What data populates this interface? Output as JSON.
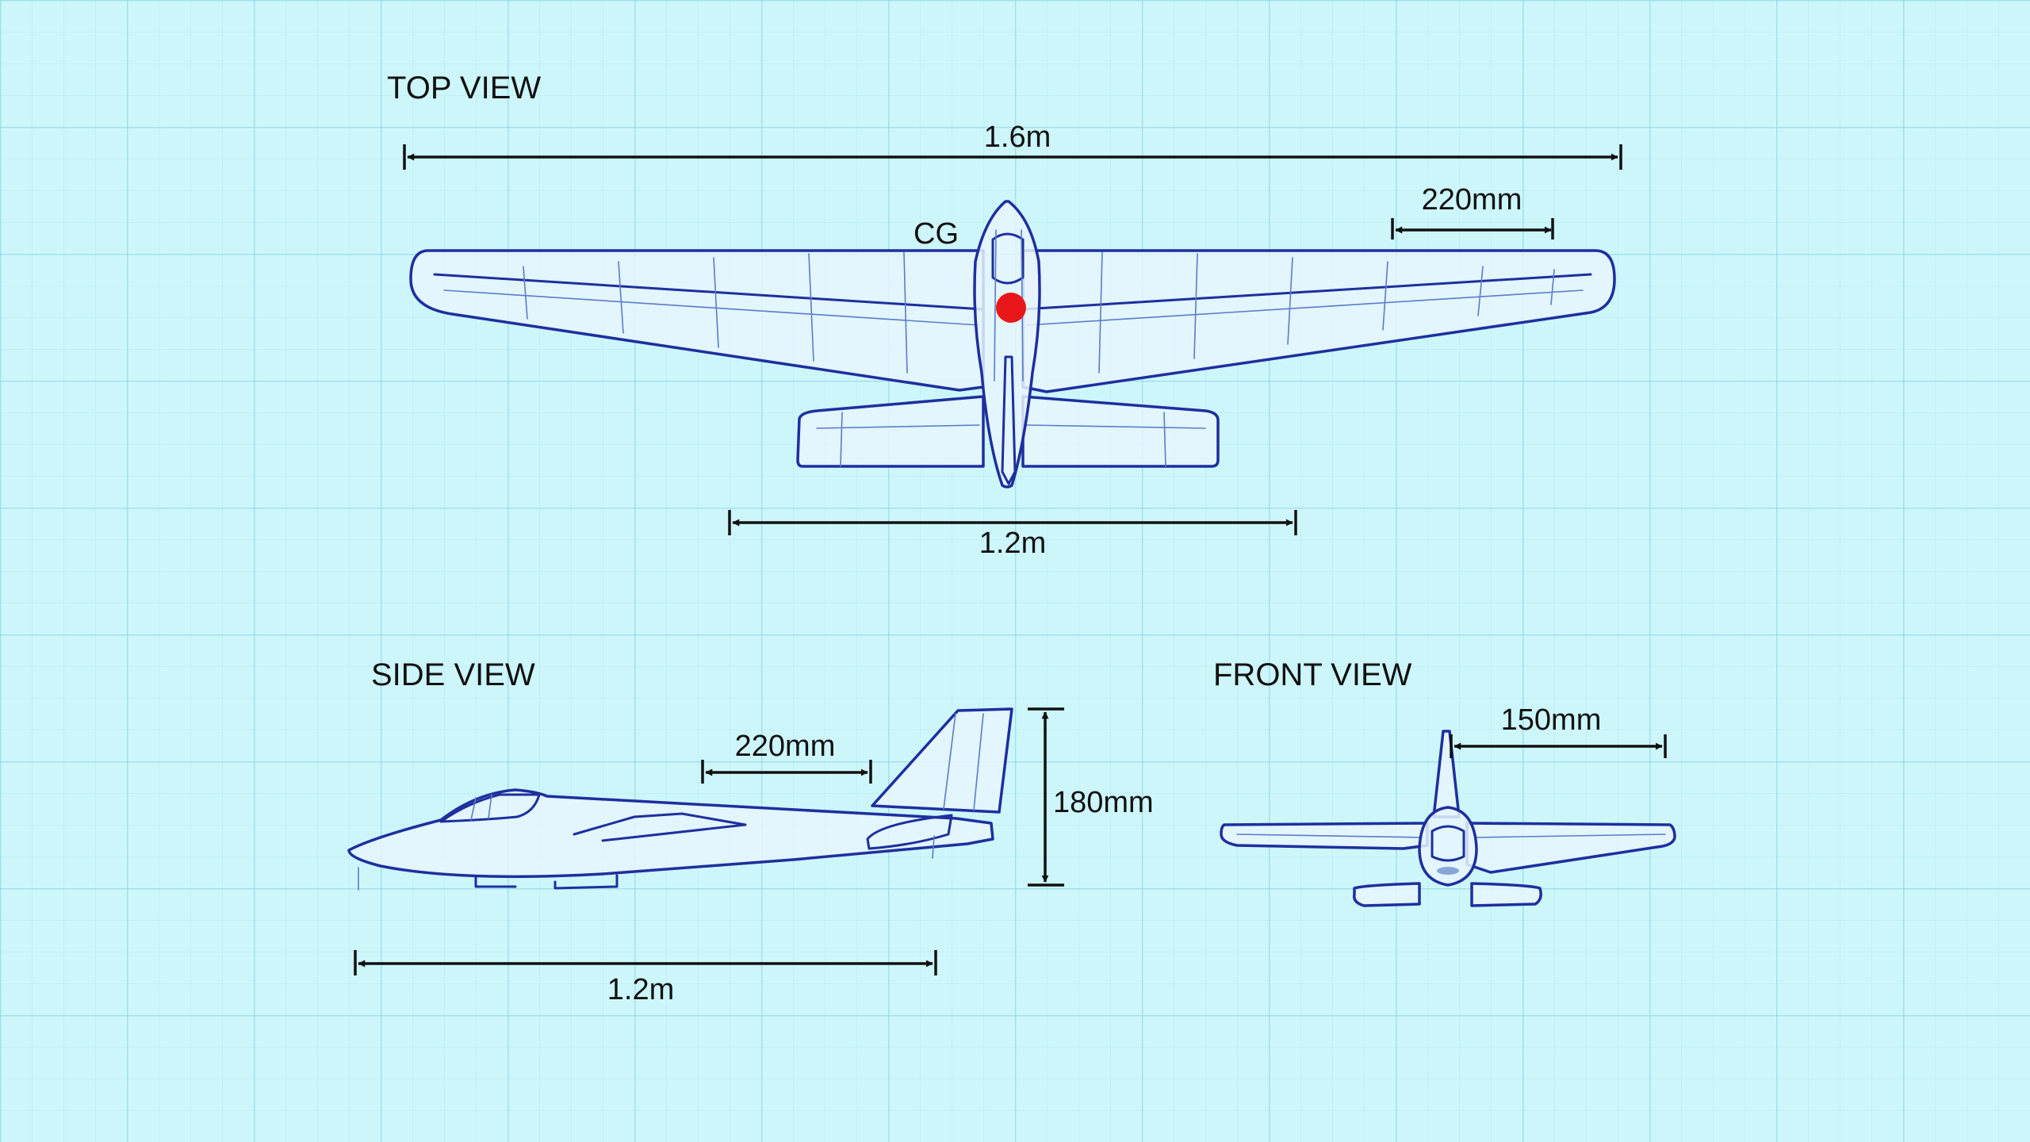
{
  "top_view": {
    "title": "TOP VIEW",
    "wingspan_label": "1.6m",
    "chord_label": "220mm",
    "cg_label": "CG",
    "tail_span_label": "1.2m"
  },
  "side_view": {
    "title": "SIDE VIEW",
    "chord_label": "220mm",
    "height_label": "180mm",
    "length_label": "1.2m"
  },
  "front_view": {
    "title": "FRONT VIEW",
    "dim_label": "150mm"
  },
  "colors": {
    "background": "#cdf6fb",
    "outline": "#1e2f9e",
    "cg_marker": "#e81818",
    "text": "#111111"
  }
}
